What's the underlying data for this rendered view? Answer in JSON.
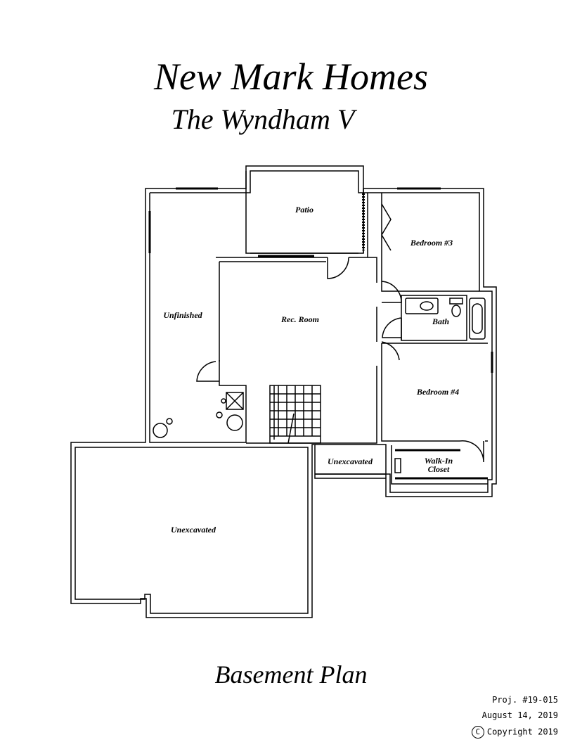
{
  "header": {
    "company": "New Mark Homes",
    "model": "The Wyndham V"
  },
  "plan": {
    "title": "Basement Plan",
    "rooms": {
      "patio": "Patio",
      "bedroom3": "Bedroom #3",
      "unfinished": "Unfinished",
      "rec_room": "Rec. Room",
      "bath": "Bath",
      "bedroom4": "Bedroom #4",
      "unexcavated_small": "Unexcavated",
      "walk_in_line1": "Walk-In",
      "walk_in_line2": "Closet",
      "unexcavated_large": "Unexcavated"
    }
  },
  "footer": {
    "project": "Proj. #19-015",
    "date": "August 14, 2019",
    "copyright_symbol": "C",
    "copyright": "Copyright 2019"
  }
}
